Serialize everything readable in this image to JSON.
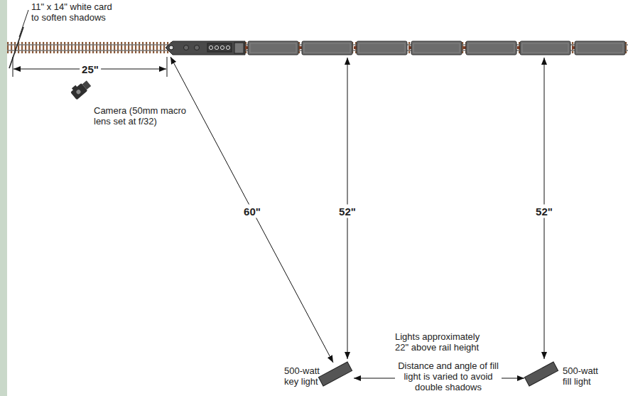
{
  "diagram": {
    "labels": [
      "11\" x 14\" white card to soften shadows",
      "25\"",
      "Camera (50mm macro lens set at f/32)",
      "60\"",
      "52\"",
      "52\"",
      "Lights approximately 22\" above rail height",
      "500-watt key light",
      "Distance and angle of fill light is varied to avoid double shadows",
      "500-watt fill light"
    ]
  }
}
